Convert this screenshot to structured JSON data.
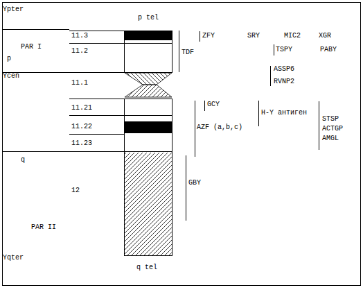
{
  "diagram": {
    "labels": [
      "Ypter",
      "p tel",
      "11.3",
      "PAR I",
      "11.2",
      "p",
      "Ycen",
      "11.1",
      "11.21",
      "11.22",
      "11.23",
      "q",
      "12",
      "PAR II",
      "Yqter",
      "q tel",
      "ZFY",
      "SRY",
      "MIC2",
      "XGR",
      "TSPY",
      "PABY",
      "TDF",
      "ASSP6",
      "RVNP2",
      "GCY",
      "AZF (a,b,c)",
      "H-Y антиген",
      "STSP",
      "ACTGP",
      "AMGL",
      "GBY"
    ]
  }
}
